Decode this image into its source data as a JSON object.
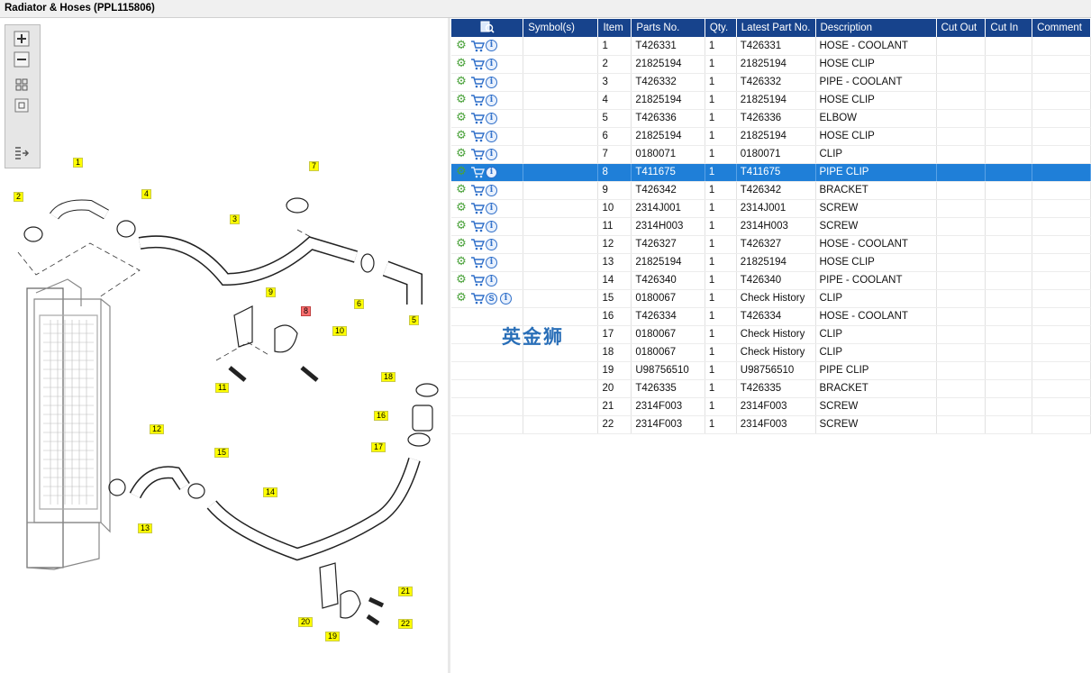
{
  "window": {
    "title": "Radiator & Hoses (PPL115806)"
  },
  "toolbox": {
    "zoom_in_icon": "zoom-in-icon",
    "zoom_out_icon": "zoom-out-icon",
    "fit_icon": "fit-page-icon",
    "actual_size_icon": "actual-size-icon",
    "list_icon": "list-toggle-icon"
  },
  "diagram": {
    "callouts": [
      {
        "label": "1",
        "highlight": false
      },
      {
        "label": "2",
        "highlight": false
      },
      {
        "label": "3",
        "highlight": false
      },
      {
        "label": "4",
        "highlight": false
      },
      {
        "label": "5",
        "highlight": false
      },
      {
        "label": "6",
        "highlight": false
      },
      {
        "label": "7",
        "highlight": false
      },
      {
        "label": "8",
        "highlight": true
      },
      {
        "label": "9",
        "highlight": false
      },
      {
        "label": "10",
        "highlight": false
      },
      {
        "label": "11",
        "highlight": false
      },
      {
        "label": "12",
        "highlight": false
      },
      {
        "label": "13",
        "highlight": false
      },
      {
        "label": "14",
        "highlight": false
      },
      {
        "label": "15",
        "highlight": false
      },
      {
        "label": "16",
        "highlight": false
      },
      {
        "label": "17",
        "highlight": false
      },
      {
        "label": "18",
        "highlight": false
      },
      {
        "label": "19",
        "highlight": false
      },
      {
        "label": "20",
        "highlight": false
      },
      {
        "label": "21",
        "highlight": false
      },
      {
        "label": "22",
        "highlight": false
      }
    ]
  },
  "grid": {
    "columns": [
      "",
      "Symbol(s)",
      "Item",
      "Parts No.",
      "Qty.",
      "Latest Part No.",
      "Description",
      "Cut Out",
      "Cut In",
      "Comment"
    ],
    "header_icon": "search-parts-icon",
    "rows": [
      {
        "icons": [
          "gear",
          "cart",
          "info"
        ],
        "symbols": "",
        "item": "1",
        "part": "T426331",
        "qty": "1",
        "latest": "T426331",
        "desc": "HOSE - COOLANT",
        "cut_out": "",
        "cut_in": "",
        "comment": ""
      },
      {
        "icons": [
          "gear",
          "cart",
          "info"
        ],
        "symbols": "",
        "item": "2",
        "part": "21825194",
        "qty": "1",
        "latest": "21825194",
        "desc": "HOSE CLIP",
        "cut_out": "",
        "cut_in": "",
        "comment": ""
      },
      {
        "icons": [
          "gear",
          "cart",
          "info"
        ],
        "symbols": "",
        "item": "3",
        "part": "T426332",
        "qty": "1",
        "latest": "T426332",
        "desc": "PIPE - COOLANT",
        "cut_out": "",
        "cut_in": "",
        "comment": ""
      },
      {
        "icons": [
          "gear",
          "cart",
          "info"
        ],
        "symbols": "",
        "item": "4",
        "part": "21825194",
        "qty": "1",
        "latest": "21825194",
        "desc": "HOSE CLIP",
        "cut_out": "",
        "cut_in": "",
        "comment": ""
      },
      {
        "icons": [
          "gear",
          "cart",
          "info"
        ],
        "symbols": "",
        "item": "5",
        "part": "T426336",
        "qty": "1",
        "latest": "T426336",
        "desc": "ELBOW",
        "cut_out": "",
        "cut_in": "",
        "comment": ""
      },
      {
        "icons": [
          "gear",
          "cart",
          "info"
        ],
        "symbols": "",
        "item": "6",
        "part": "21825194",
        "qty": "1",
        "latest": "21825194",
        "desc": "HOSE CLIP",
        "cut_out": "",
        "cut_in": "",
        "comment": ""
      },
      {
        "icons": [
          "gear",
          "cart",
          "info"
        ],
        "symbols": "",
        "item": "7",
        "part": "0180071",
        "qty": "1",
        "latest": "0180071",
        "desc": "CLIP",
        "cut_out": "",
        "cut_in": "",
        "comment": ""
      },
      {
        "icons": [
          "gear",
          "cart",
          "info"
        ],
        "symbols": "",
        "item": "8",
        "part": "T411675",
        "qty": "1",
        "latest": "T411675",
        "desc": "PIPE CLIP",
        "cut_out": "",
        "cut_in": "",
        "comment": "",
        "selected": true
      },
      {
        "icons": [
          "gear",
          "cart",
          "info"
        ],
        "symbols": "",
        "item": "9",
        "part": "T426342",
        "qty": "1",
        "latest": "T426342",
        "desc": "BRACKET",
        "cut_out": "",
        "cut_in": "",
        "comment": ""
      },
      {
        "icons": [
          "gear",
          "cart",
          "info"
        ],
        "symbols": "",
        "item": "10",
        "part": "2314J001",
        "qty": "1",
        "latest": "2314J001",
        "desc": "SCREW",
        "cut_out": "",
        "cut_in": "",
        "comment": ""
      },
      {
        "icons": [
          "gear",
          "cart",
          "info"
        ],
        "symbols": "",
        "item": "11",
        "part": "2314H003",
        "qty": "1",
        "latest": "2314H003",
        "desc": "SCREW",
        "cut_out": "",
        "cut_in": "",
        "comment": ""
      },
      {
        "icons": [
          "gear",
          "cart",
          "info"
        ],
        "symbols": "",
        "item": "12",
        "part": "T426327",
        "qty": "1",
        "latest": "T426327",
        "desc": "HOSE - COOLANT",
        "cut_out": "",
        "cut_in": "",
        "comment": ""
      },
      {
        "icons": [
          "gear",
          "cart",
          "info"
        ],
        "symbols": "",
        "item": "13",
        "part": "21825194",
        "qty": "1",
        "latest": "21825194",
        "desc": "HOSE CLIP",
        "cut_out": "",
        "cut_in": "",
        "comment": ""
      },
      {
        "icons": [
          "gear",
          "cart",
          "info"
        ],
        "symbols": "",
        "item": "14",
        "part": "T426340",
        "qty": "1",
        "latest": "T426340",
        "desc": "PIPE - COOLANT",
        "cut_out": "",
        "cut_in": "",
        "comment": ""
      },
      {
        "icons": [
          "gear",
          "cart",
          "sub",
          "info"
        ],
        "symbols": "",
        "item": "15",
        "part": "0180067",
        "qty": "1",
        "latest": "Check History",
        "desc": "CLIP",
        "cut_out": "",
        "cut_in": "",
        "comment": ""
      },
      {
        "icons": [],
        "symbols": "",
        "item": "16",
        "part": "T426334",
        "qty": "1",
        "latest": "T426334",
        "desc": "HOSE - COOLANT",
        "cut_out": "",
        "cut_in": "",
        "comment": ""
      },
      {
        "icons": [],
        "symbols": "",
        "item": "17",
        "part": "0180067",
        "qty": "1",
        "latest": "Check History",
        "desc": "CLIP",
        "cut_out": "",
        "cut_in": "",
        "comment": ""
      },
      {
        "icons": [],
        "symbols": "",
        "item": "18",
        "part": "0180067",
        "qty": "1",
        "latest": "Check History",
        "desc": "CLIP",
        "cut_out": "",
        "cut_in": "",
        "comment": ""
      },
      {
        "icons": [],
        "symbols": "",
        "item": "19",
        "part": "U98756510",
        "qty": "1",
        "latest": "U98756510",
        "desc": "PIPE CLIP",
        "cut_out": "",
        "cut_in": "",
        "comment": ""
      },
      {
        "icons": [],
        "symbols": "",
        "item": "20",
        "part": "T426335",
        "qty": "1",
        "latest": "T426335",
        "desc": "BRACKET",
        "cut_out": "",
        "cut_in": "",
        "comment": ""
      },
      {
        "icons": [],
        "symbols": "",
        "item": "21",
        "part": "2314F003",
        "qty": "1",
        "latest": "2314F003",
        "desc": "SCREW",
        "cut_out": "",
        "cut_in": "",
        "comment": ""
      },
      {
        "icons": [],
        "symbols": "",
        "item": "22",
        "part": "2314F003",
        "qty": "1",
        "latest": "2314F003",
        "desc": "SCREW",
        "cut_out": "",
        "cut_in": "",
        "comment": ""
      }
    ]
  },
  "watermark": "英金狮",
  "colors": {
    "header_bg": "#17438c",
    "selected_row": "#1f7fd8",
    "callout": "#ffff00",
    "callout_selected": "#ff6f6f",
    "gear": "#4aa23a"
  }
}
